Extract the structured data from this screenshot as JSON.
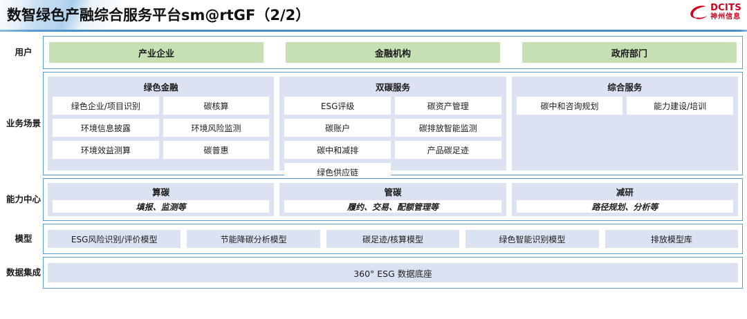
{
  "header": {
    "title": "数智绿色产融综合服务平台sm@rtGF（2/2）",
    "brand_en": "DCITS",
    "brand_cn": "神州信息"
  },
  "colors": {
    "frame_border": "#5b9bd5",
    "panel_fill": "#dbe2f2",
    "user_chip_fill": "#c6dfb3",
    "brand_red": "#d0011b",
    "rule": "#4a8fc6"
  },
  "rows": {
    "user": {
      "label": "用户",
      "chips": [
        "产业企业",
        "金融机构",
        "政府部门"
      ]
    },
    "scenario": {
      "label": "业务场景",
      "groups": [
        {
          "title": "绿色金融",
          "items": [
            "绿色企业/项目识别",
            "碳核算",
            "环境信息披露",
            "环境风险监测",
            "环境效益测算",
            "碳普惠"
          ]
        },
        {
          "title": "双碳服务",
          "items": [
            "ESG评级",
            "碳资产管理",
            "碳账户",
            "碳排放智能监测",
            "碳中和减排",
            "产品碳足迹",
            "绿色供应链"
          ]
        },
        {
          "title": "综合服务",
          "items": [
            "碳中和咨询规划",
            "能力建设/培训"
          ]
        }
      ]
    },
    "capability": {
      "label": "能力中心",
      "groups": [
        {
          "title": "算碳",
          "sub": "填报、监测等"
        },
        {
          "title": "管碳",
          "sub": "履约、交易、配额管理等"
        },
        {
          "title": "减研",
          "sub": "路径规划、分析等"
        }
      ]
    },
    "model": {
      "label": "模型",
      "items": [
        "ESG风险识别/评价模型",
        "节能降碳分析模型",
        "碳足迹/核算模型",
        "绿色智能识别模型",
        "排放模型库"
      ]
    },
    "data": {
      "label": "数据集成",
      "bar": "360° ESG 数据底座"
    }
  }
}
